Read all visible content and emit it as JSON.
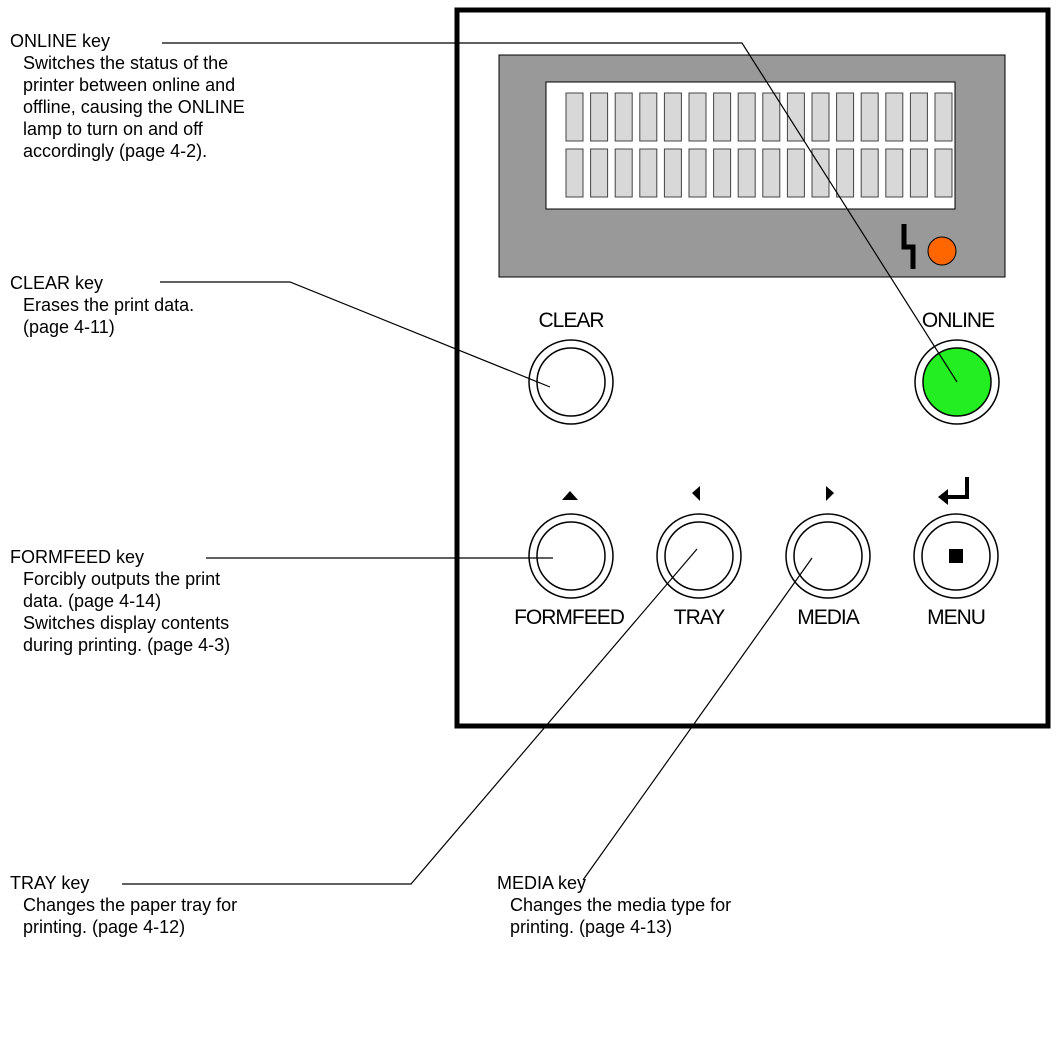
{
  "callouts": {
    "online": {
      "title": "ONLINE key",
      "lines": [
        "Switches the status of the",
        "printer between online and",
        "offline, causing the ONLINE",
        "lamp to turn on and off",
        "accordingly (page 4-2)."
      ]
    },
    "clear": {
      "title": "CLEAR key",
      "lines": [
        "Erases the print data.",
        "(page 4-11)"
      ]
    },
    "formfeed": {
      "title": "FORMFEED key",
      "lines": [
        "Forcibly outputs the print",
        "data. (page 4-14)",
        "Switches display contents",
        "during printing. (page 4-3)"
      ]
    },
    "tray": {
      "title": "TRAY key",
      "lines": [
        "Changes the paper tray for",
        "printing. (page 4-12)"
      ]
    },
    "media": {
      "title": "MEDIA key",
      "lines": [
        "Changes the media type for",
        "printing. (page 4-13)"
      ]
    }
  },
  "panel": {
    "display": {
      "rows": 2,
      "columns": 16
    },
    "keys": {
      "clear": "CLEAR",
      "online": "ONLINE",
      "formfeed": "FORMFEED",
      "tray": "TRAY",
      "media": "MEDIA",
      "menu": "MENU"
    },
    "colors": {
      "panel_border": "#000000",
      "display_bezel": "#999999",
      "lcd_bg": "#ffffff",
      "lcd_cell": "#d8d8d8",
      "online_lamp": "#22ee22",
      "attention_lamp": "#ff6600"
    },
    "icons": {
      "up": "up-arrow-icon",
      "left": "left-arrow-icon",
      "right": "right-arrow-icon",
      "enter": "enter-icon",
      "menu": "stop-square-icon",
      "attention": "lightning-icon"
    }
  }
}
